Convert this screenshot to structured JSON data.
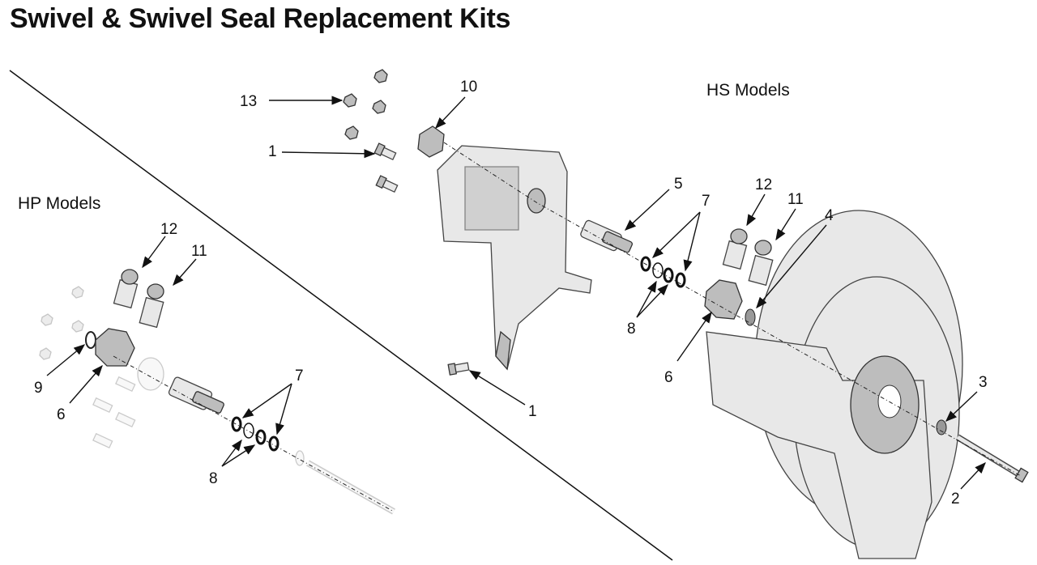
{
  "title": "Swivel & Swivel Seal Replacement Kits",
  "sections": {
    "hs_label": "HS Models",
    "hp_label": "HP Models"
  },
  "callouts": {
    "hs": {
      "c13": "13",
      "c1a": "1",
      "c10": "10",
      "c5": "5",
      "c7": "7",
      "c12": "12",
      "c11": "11",
      "c4": "4",
      "c8": "8",
      "c6": "6",
      "c1b": "1",
      "c3": "3",
      "c2": "2"
    },
    "hp": {
      "c12": "12",
      "c11": "11",
      "c9": "9",
      "c6": "6",
      "c7": "7",
      "c8": "8"
    }
  }
}
